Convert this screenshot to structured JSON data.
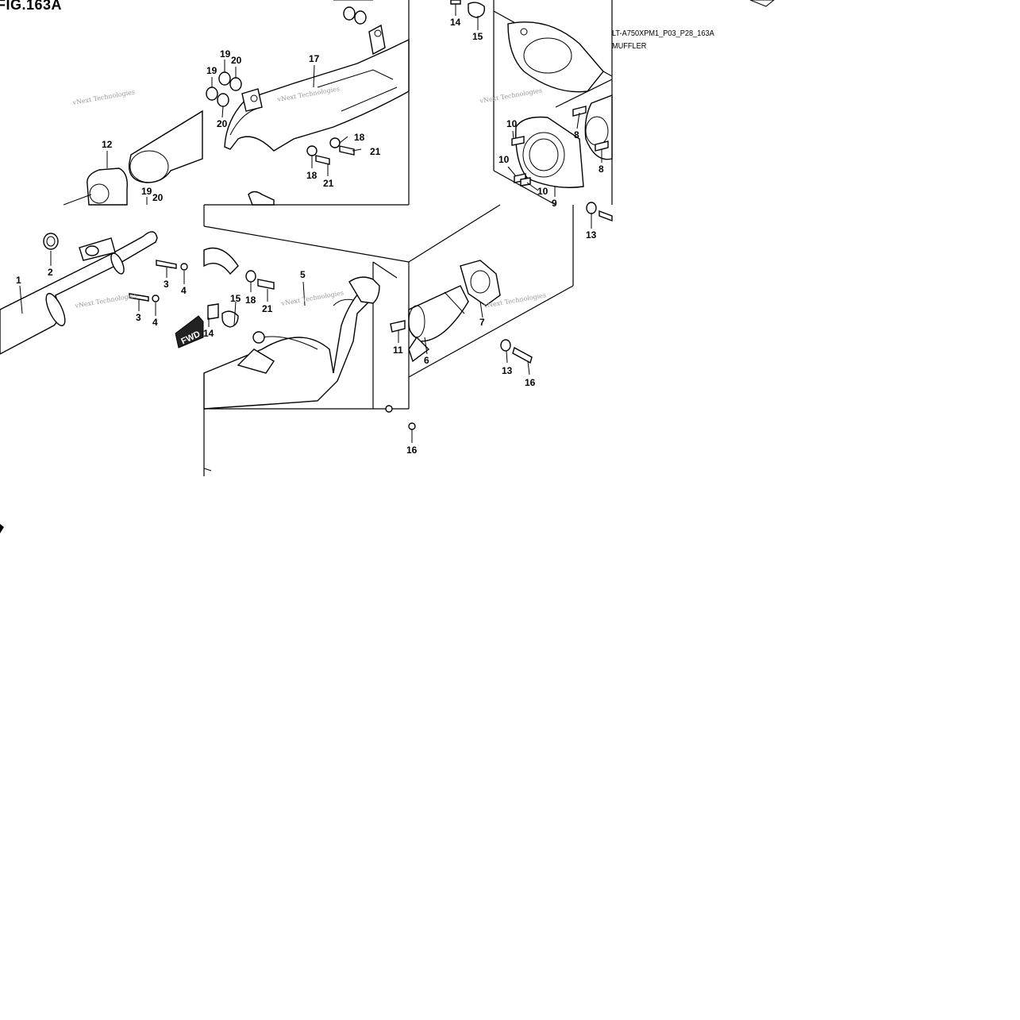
{
  "figure": {
    "fig_label": "FIG.163A",
    "drawing_code": "LT-A750XPM1_P03_P28_163A",
    "title": "MUFFLER",
    "direction_tag": "FWD",
    "watermark_text": "vNext Technologies"
  },
  "callouts": [
    {
      "id": "c1",
      "text": "1"
    },
    {
      "id": "c2",
      "text": "2"
    },
    {
      "id": "c3a",
      "text": "3"
    },
    {
      "id": "c3b",
      "text": "3"
    },
    {
      "id": "c4a",
      "text": "4"
    },
    {
      "id": "c4b",
      "text": "4"
    },
    {
      "id": "c5",
      "text": "5"
    },
    {
      "id": "c6",
      "text": "6"
    },
    {
      "id": "c7",
      "text": "7"
    },
    {
      "id": "c8a",
      "text": "8"
    },
    {
      "id": "c8b",
      "text": "8"
    },
    {
      "id": "c9",
      "text": "9"
    },
    {
      "id": "c10a",
      "text": "10"
    },
    {
      "id": "c10b",
      "text": "10"
    },
    {
      "id": "c10c",
      "text": "10"
    },
    {
      "id": "c11",
      "text": "11"
    },
    {
      "id": "c12",
      "text": "12"
    },
    {
      "id": "c13a",
      "text": "13"
    },
    {
      "id": "c13b",
      "text": "13"
    },
    {
      "id": "c14a",
      "text": "14"
    },
    {
      "id": "c14b",
      "text": "14"
    },
    {
      "id": "c15a",
      "text": "15"
    },
    {
      "id": "c15b",
      "text": "15"
    },
    {
      "id": "c16a",
      "text": "16"
    },
    {
      "id": "c16b",
      "text": "16"
    },
    {
      "id": "c17",
      "text": "17"
    },
    {
      "id": "c18a",
      "text": "18"
    },
    {
      "id": "c18b",
      "text": "18"
    },
    {
      "id": "c18c",
      "text": "18"
    },
    {
      "id": "c19a",
      "text": "19"
    },
    {
      "id": "c19b",
      "text": "19"
    },
    {
      "id": "c19c",
      "text": "19"
    },
    {
      "id": "c20a",
      "text": "20"
    },
    {
      "id": "c20b",
      "text": "20"
    },
    {
      "id": "c20c",
      "text": "20"
    },
    {
      "id": "c21a",
      "text": "21"
    },
    {
      "id": "c21b",
      "text": "21"
    },
    {
      "id": "c21c",
      "text": "21"
    }
  ]
}
